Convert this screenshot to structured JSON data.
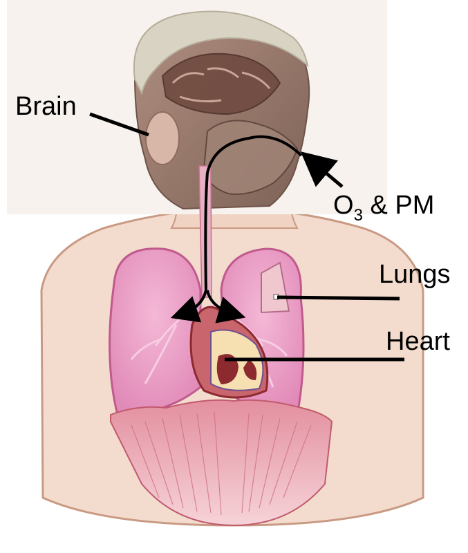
{
  "figure": {
    "labels": {
      "brain": "Brain",
      "pollutant_prefix": "O",
      "pollutant_subscript": "3",
      "pollutant_suffix": " & PM",
      "lungs": "Lungs",
      "heart": "Heart"
    },
    "colors": {
      "skin": "#f3dccd",
      "skin_outline": "#c99a83",
      "lung_fill": "#eb9dc5",
      "lung_outline": "#c05a8e",
      "airway": "#e7b1c3",
      "heart_fill": "#c8656d",
      "heart_dark": "#8c2a30",
      "heart_cutout": "#f6dfb0",
      "diaphragm": "#d97b8b",
      "hair": "#d9d3c4",
      "head_section": "#8f7467",
      "pointer_line": "#000000"
    }
  }
}
